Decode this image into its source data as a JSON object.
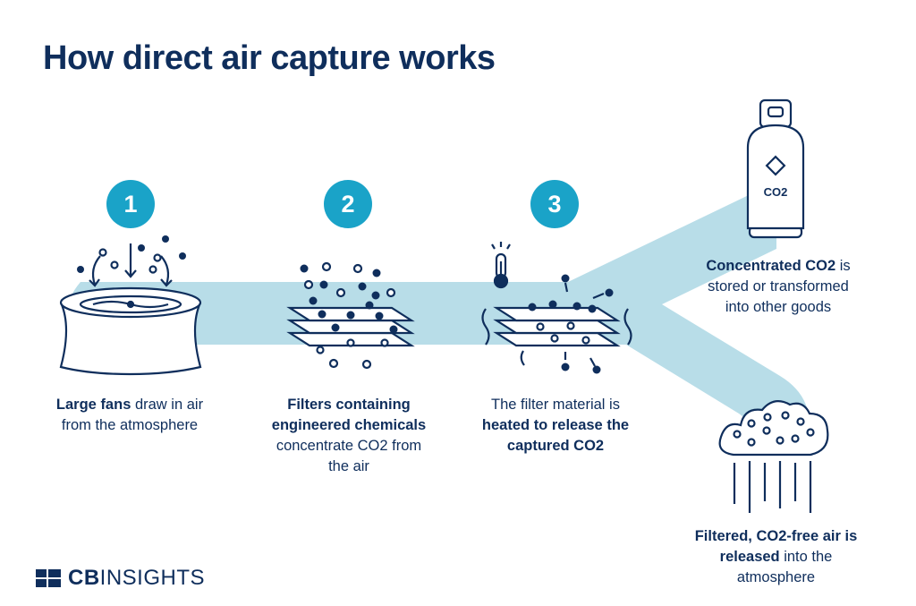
{
  "title": "How direct air capture works",
  "colors": {
    "navy": "#0f2e5c",
    "teal": "#1aa3c8",
    "band": "#b8dde8"
  },
  "steps": [
    {
      "number": "1",
      "bold": "Large fans",
      "text_a": " draw in air",
      "text_b": "from the atmosphere",
      "icon": "fan-icon"
    },
    {
      "number": "2",
      "bold_a": "Filters containing",
      "bold_b": "engineered chemicals",
      "text_a": "concentrate CO2 from",
      "text_b": "the air",
      "icon": "filter-stack-icon"
    },
    {
      "number": "3",
      "text_a": "The filter material is",
      "bold_a": "heated to release the",
      "bold_b": "captured CO2",
      "icon": "heated-filter-icon"
    }
  ],
  "outputs": {
    "stored": {
      "bold": "Concentrated CO2",
      "text_a": " is",
      "text_b": "stored or transformed",
      "text_c": "into other goods",
      "tank_label": "CO2",
      "icon": "gas-tank-icon"
    },
    "released": {
      "bold_a": "Filtered, CO2-free air is",
      "bold_b": "released",
      "text_a": " into the",
      "text_b": "atmosphere",
      "icon": "cloud-icon"
    }
  },
  "brand": {
    "name_bold": "CB",
    "name_rest": "INSIGHTS"
  }
}
